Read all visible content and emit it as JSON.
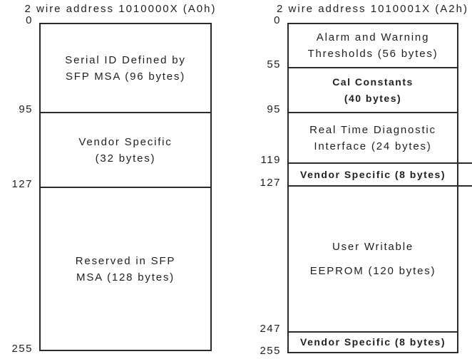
{
  "colors": {
    "background": "#ffffff",
    "text": "#1f1f1f",
    "line": "#2b2b2b"
  },
  "left_diagram": {
    "title": "2 wire address 1010000X (A0h)",
    "address_labels": [
      "0",
      "95",
      "127",
      "255"
    ],
    "regions": [
      {
        "line1": "Serial ID Defined by",
        "line2": "SFP MSA (96 bytes)"
      },
      {
        "line1": "Vendor Specific",
        "line2": "(32 bytes)"
      },
      {
        "line1": "Reserved in SFP",
        "line2": "MSA (128 bytes)"
      }
    ]
  },
  "right_diagram": {
    "title": "2 wire address 1010001X (A2h)",
    "address_labels": [
      "0",
      "55",
      "95",
      "119",
      "127",
      "247",
      "255"
    ],
    "regions": [
      {
        "line1": "Alarm and Warning",
        "line2": "Thresholds (56 bytes)"
      },
      {
        "line1": "Cal Constants",
        "line2": "(40 bytes)"
      },
      {
        "line1": "Real Time Diagnostic",
        "line2": "Interface (24 bytes)"
      },
      {
        "line1": "Vendor Specific (8 bytes)"
      },
      {
        "line1": "User Writable",
        "line2": "EEPROM (120 bytes)"
      },
      {
        "line1": "Vendor Specific (8 bytes)"
      }
    ]
  }
}
